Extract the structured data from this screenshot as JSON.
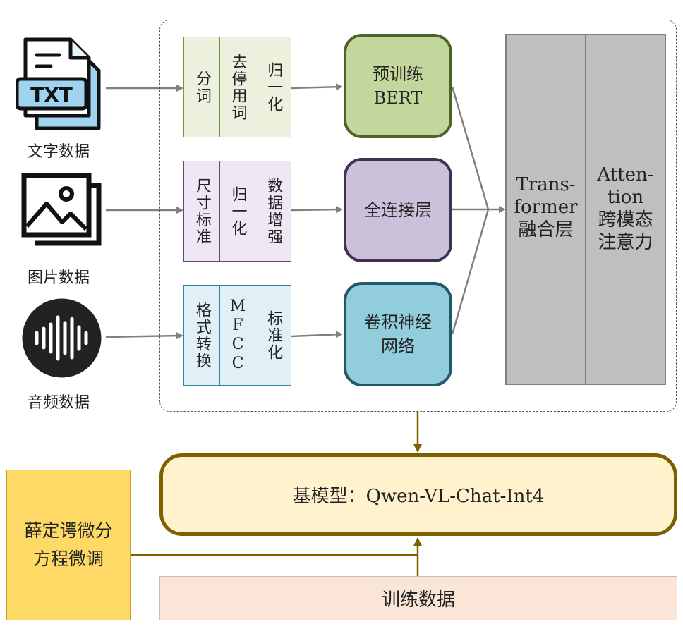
{
  "sources": [
    {
      "label": "文字数据",
      "icon": "txt-file-icon",
      "file_text": "TXT"
    },
    {
      "label": "图片数据",
      "icon": "image-gallery-icon"
    },
    {
      "label": "音频数据",
      "icon": "audio-wave-icon"
    }
  ],
  "preprocess": {
    "text": [
      "分词",
      "去停用词",
      "归一化"
    ],
    "image": [
      "尺寸标准",
      "归一化",
      "数据增强"
    ],
    "audio": [
      "格式转换",
      "MFCC",
      "标准化"
    ]
  },
  "encoders": {
    "text": "预训练\nBERT",
    "image": "全连接层",
    "audio": "卷积神经\n网络"
  },
  "fusion": {
    "transformer": "Trans-\nformer\n融合层",
    "attention": "Atten-\ntion\n跨模态\n注意力"
  },
  "base_model": "基模型：Qwen-VL-Chat-Int4",
  "training_data": "训练数据",
  "fine_tune": "薛定谔微分\n方程微调",
  "colors": {
    "text_group": "#75923c",
    "image_group": "#5f497a",
    "audio_group": "#31849b",
    "encoder_text_fill": "#c3d69b",
    "encoder_image_fill": "#ccc1da",
    "encoder_audio_fill": "#92cddc",
    "base_border": "#7f6000"
  }
}
